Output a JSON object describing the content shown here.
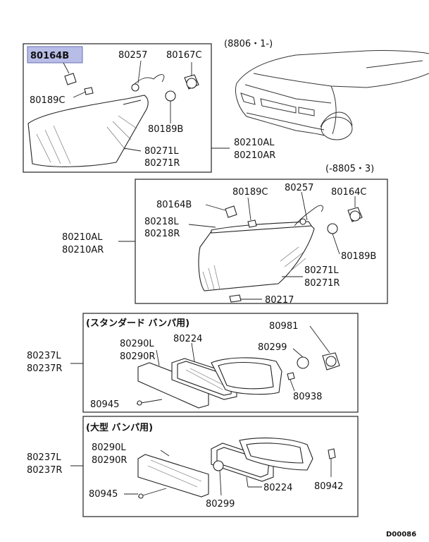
{
  "date_codes": {
    "upper": "(8806・1-)",
    "lower": "(-8805・3)"
  },
  "section_headers": {
    "standard_bumper": "(スタンダード バンパ用)",
    "large_bumper": "(大型 バンパ用)"
  },
  "diagram_code": "D00086",
  "highlight_color": "#b8bde8",
  "parts": {
    "p80164B_top": "80164B",
    "p80257_top": "80257",
    "p80167C": "80167C",
    "p80189C_top": "80189C",
    "p80189B_top": "80189B",
    "p80271L_top": "80271L",
    "p80271R_top": "80271R",
    "p80210AL_top": "80210AL",
    "p80210AR_top": "80210AR",
    "p80189C_mid": "80189C",
    "p80257_mid": "80257",
    "p80164C": "80164C",
    "p80164B_mid": "80164B",
    "p80218L": "80218L",
    "p80218R": "80218R",
    "p80210AL_mid": "80210AL",
    "p80210AR_mid": "80210AR",
    "p80189B_mid": "80189B",
    "p80271L_mid": "80271L",
    "p80271R_mid": "80271R",
    "p80217": "80217",
    "p80981": "80981",
    "p80290L_std": "80290L",
    "p80224_std": "80224",
    "p80290R_std": "80290R",
    "p80299_std": "80299",
    "p80237L_std": "80237L",
    "p80237R_std": "80237R",
    "p80938": "80938",
    "p80945_std": "80945",
    "p80290L_lg": "80290L",
    "p80290R_lg": "80290R",
    "p80237L_lg": "80237L",
    "p80237R_lg": "80237R",
    "p80945_lg": "80945",
    "p80224_lg": "80224",
    "p80942": "80942",
    "p80299_lg": "80299"
  }
}
